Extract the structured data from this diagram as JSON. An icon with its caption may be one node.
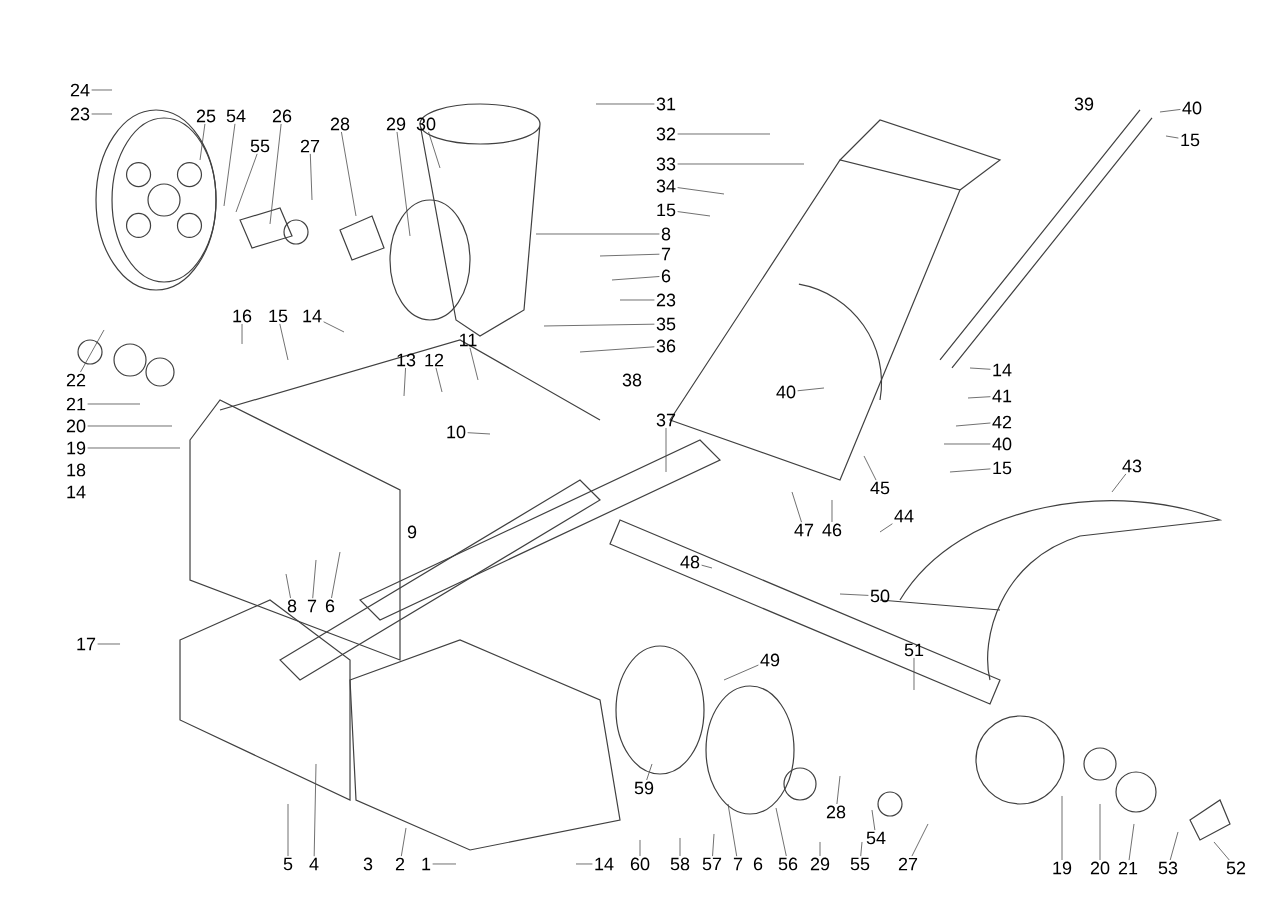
{
  "diagram": {
    "nodes": [
      {
        "text": [
          "24"
        ]
      },
      {
        "text": [
          "23"
        ]
      },
      {
        "text": [
          "25"
        ]
      },
      {
        "text": [
          "54"
        ]
      },
      {
        "text": [
          "55"
        ]
      },
      {
        "text": [
          "26"
        ]
      },
      {
        "text": [
          "27"
        ]
      },
      {
        "text": [
          "28"
        ]
      },
      {
        "text": [
          "29"
        ]
      },
      {
        "text": [
          "30"
        ]
      },
      {
        "text": [
          "31"
        ]
      },
      {
        "text": [
          "32"
        ]
      },
      {
        "text": [
          "33"
        ]
      },
      {
        "text": [
          "34"
        ]
      },
      {
        "text": [
          "15"
        ]
      },
      {
        "text": [
          "8"
        ]
      },
      {
        "text": [
          "7"
        ]
      },
      {
        "text": [
          "6"
        ]
      },
      {
        "text": [
          "23"
        ]
      },
      {
        "text": [
          "35"
        ]
      },
      {
        "text": [
          "36"
        ]
      },
      {
        "text": [
          "16"
        ]
      },
      {
        "text": [
          "15"
        ]
      },
      {
        "text": [
          "14"
        ]
      },
      {
        "text": [
          "13"
        ]
      },
      {
        "text": [
          "12"
        ]
      },
      {
        "text": [
          "11"
        ]
      },
      {
        "text": [
          "10"
        ]
      },
      {
        "text": [
          "22"
        ]
      },
      {
        "text": [
          "21"
        ]
      },
      {
        "text": [
          "20"
        ]
      },
      {
        "text": [
          "19"
        ]
      },
      {
        "text": [
          "18"
        ]
      },
      {
        "text": [
          "14"
        ]
      },
      {
        "text": [
          "17"
        ]
      },
      {
        "text": [
          "9"
        ]
      },
      {
        "text": [
          "8"
        ]
      },
      {
        "text": [
          "7"
        ]
      },
      {
        "text": [
          "6"
        ]
      },
      {
        "text": [
          "5"
        ]
      },
      {
        "text": [
          "4"
        ]
      },
      {
        "text": [
          "3"
        ]
      },
      {
        "text": [
          "2"
        ]
      },
      {
        "text": [
          "1"
        ]
      },
      {
        "text": [
          "14"
        ]
      },
      {
        "text": [
          "60"
        ]
      },
      {
        "text": [
          "58"
        ]
      },
      {
        "text": [
          "57"
        ]
      },
      {
        "text": [
          "7"
        ]
      },
      {
        "text": [
          "6"
        ]
      },
      {
        "text": [
          "56"
        ]
      },
      {
        "text": [
          "29"
        ]
      },
      {
        "text": [
          "55"
        ]
      },
      {
        "text": [
          "54"
        ]
      },
      {
        "text": [
          "27"
        ]
      },
      {
        "text": [
          "28"
        ]
      },
      {
        "text": [
          "59"
        ]
      },
      {
        "text": [
          "49"
        ]
      },
      {
        "text": [
          "48"
        ]
      },
      {
        "text": [
          "47"
        ]
      },
      {
        "text": [
          "46"
        ]
      },
      {
        "text": [
          "45"
        ]
      },
      {
        "text": [
          "50"
        ]
      },
      {
        "text": [
          "51"
        ]
      },
      {
        "text": [
          "38"
        ]
      },
      {
        "text": [
          "37"
        ]
      },
      {
        "text": [
          "40"
        ]
      },
      {
        "text": [
          "39"
        ]
      },
      {
        "text": [
          "40"
        ]
      },
      {
        "text": [
          "15"
        ]
      },
      {
        "text": [
          "14"
        ]
      },
      {
        "text": [
          "41"
        ]
      },
      {
        "text": [
          "42"
        ]
      },
      {
        "text": [
          "40"
        ]
      },
      {
        "text": [
          "15"
        ]
      },
      {
        "text": [
          "44"
        ]
      },
      {
        "text": [
          "43"
        ]
      },
      {
        "text": [
          "19"
        ]
      },
      {
        "text": [
          "20"
        ]
      },
      {
        "text": [
          "21"
        ]
      },
      {
        "text": [
          "53"
        ]
      },
      {
        "text": [
          "52"
        ]
      }
    ],
    "edges": [
      {
        "from": 0,
        "to": null,
        "arrow": "none"
      },
      {
        "from": 1,
        "to": null,
        "arrow": "none"
      },
      {
        "from": 2,
        "to": null,
        "arrow": "none"
      },
      {
        "from": 3,
        "to": null,
        "arrow": "none"
      },
      {
        "from": 4,
        "to": null,
        "arrow": "none"
      },
      {
        "from": 5,
        "to": null,
        "arrow": "none"
      },
      {
        "from": 6,
        "to": null,
        "arrow": "none"
      },
      {
        "from": 7,
        "to": null,
        "arrow": "none"
      },
      {
        "from": 8,
        "to": null,
        "arrow": "none"
      },
      {
        "from": 9,
        "to": null,
        "arrow": "none"
      },
      {
        "from": 10,
        "to": null,
        "arrow": "none"
      },
      {
        "from": 11,
        "to": null,
        "arrow": "none"
      },
      {
        "from": 12,
        "to": null,
        "arrow": "none"
      },
      {
        "from": 13,
        "to": null,
        "arrow": "none"
      },
      {
        "from": 14,
        "to": null,
        "arrow": "none"
      },
      {
        "from": 15,
        "to": null,
        "arrow": "none"
      },
      {
        "from": 16,
        "to": null,
        "arrow": "none"
      },
      {
        "from": 17,
        "to": null,
        "arrow": "none"
      },
      {
        "from": 18,
        "to": null,
        "arrow": "none"
      },
      {
        "from": 19,
        "to": null,
        "arrow": "none"
      },
      {
        "from": 20,
        "to": null,
        "arrow": "none"
      },
      {
        "from": 21,
        "to": null,
        "arrow": "none"
      },
      {
        "from": 22,
        "to": null,
        "arrow": "none"
      },
      {
        "from": 23,
        "to": null,
        "arrow": "none"
      },
      {
        "from": 24,
        "to": null,
        "arrow": "none"
      },
      {
        "from": 25,
        "to": null,
        "arrow": "none"
      },
      {
        "from": 26,
        "to": null,
        "arrow": "none"
      },
      {
        "from": 27,
        "to": null,
        "arrow": "none"
      },
      {
        "from": 28,
        "to": null,
        "arrow": "none"
      },
      {
        "from": 29,
        "to": null,
        "arrow": "none"
      },
      {
        "from": 30,
        "to": null,
        "arrow": "none"
      },
      {
        "from": 31,
        "to": null,
        "arrow": "none"
      },
      {
        "from": 34,
        "to": null,
        "arrow": "none"
      },
      {
        "from": 36,
        "to": null,
        "arrow": "none"
      },
      {
        "from": 37,
        "to": null,
        "arrow": "none"
      },
      {
        "from": 38,
        "to": null,
        "arrow": "none"
      },
      {
        "from": 39,
        "to": null,
        "arrow": "none"
      },
      {
        "from": 40,
        "to": null,
        "arrow": "none"
      },
      {
        "from": 42,
        "to": null,
        "arrow": "none"
      },
      {
        "from": 43,
        "to": null,
        "arrow": "none"
      },
      {
        "from": 44,
        "to": null,
        "arrow": "none"
      },
      {
        "from": 45,
        "to": null,
        "arrow": "none"
      },
      {
        "from": 46,
        "to": null,
        "arrow": "none"
      },
      {
        "from": 47,
        "to": null,
        "arrow": "none"
      },
      {
        "from": 48,
        "to": null,
        "arrow": "none"
      },
      {
        "from": 50,
        "to": null,
        "arrow": "none"
      },
      {
        "from": 51,
        "to": null,
        "arrow": "none"
      },
      {
        "from": 52,
        "to": null,
        "arrow": "none"
      },
      {
        "from": 53,
        "to": null,
        "arrow": "none"
      },
      {
        "from": 54,
        "to": null,
        "arrow": "none"
      },
      {
        "from": 55,
        "to": null,
        "arrow": "none"
      },
      {
        "from": 56,
        "to": null,
        "arrow": "none"
      },
      {
        "from": 57,
        "to": null,
        "arrow": "none"
      },
      {
        "from": 58,
        "to": null,
        "arrow": "none"
      },
      {
        "from": 59,
        "to": null,
        "arrow": "none"
      },
      {
        "from": 60,
        "to": null,
        "arrow": "none"
      },
      {
        "from": 61,
        "to": null,
        "arrow": "none"
      },
      {
        "from": 62,
        "to": null,
        "arrow": "none"
      },
      {
        "from": 63,
        "to": null,
        "arrow": "none"
      },
      {
        "from": 65,
        "to": null,
        "arrow": "none"
      },
      {
        "from": 66,
        "to": null,
        "arrow": "none"
      },
      {
        "from": 68,
        "to": null,
        "arrow": "none"
      },
      {
        "from": 69,
        "to": null,
        "arrow": "none"
      },
      {
        "from": 70,
        "to": null,
        "arrow": "none"
      },
      {
        "from": 71,
        "to": null,
        "arrow": "none"
      },
      {
        "from": 72,
        "to": null,
        "arrow": "none"
      },
      {
        "from": 73,
        "to": null,
        "arrow": "none"
      },
      {
        "from": 74,
        "to": null,
        "arrow": "none"
      },
      {
        "from": 75,
        "to": null,
        "arrow": "none"
      },
      {
        "from": 76,
        "to": null,
        "arrow": "none"
      },
      {
        "from": 77,
        "to": null,
        "arrow": "none"
      },
      {
        "from": 78,
        "to": null,
        "arrow": "none"
      },
      {
        "from": 79,
        "to": null,
        "arrow": "none"
      },
      {
        "from": 80,
        "to": null,
        "arrow": "none"
      },
      {
        "from": 81,
        "to": null,
        "arrow": "none"
      }
    ]
  }
}
